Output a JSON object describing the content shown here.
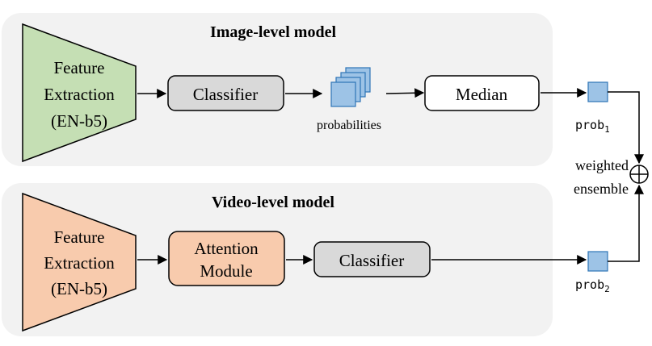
{
  "image_model": {
    "title": "Image-level model",
    "feature_line1": "Feature",
    "feature_line2": "Extraction",
    "feature_line3": "(EN-b5)",
    "classifier": "Classifier",
    "probabilities": "probabilities",
    "median": "Median",
    "prob_base": "prob",
    "prob_sub": "1"
  },
  "video_model": {
    "title": "Video-level model",
    "feature_line1": "Feature",
    "feature_line2": "Extraction",
    "feature_line3": "(EN-b5)",
    "attention_line1": "Attention",
    "attention_line2": "Module",
    "classifier": "Classifier",
    "prob_base": "prob",
    "prob_sub": "2"
  },
  "ensemble": {
    "line1": "weighted",
    "line2": "ensemble"
  },
  "colors": {
    "panel_bg": "#f2f2f2",
    "feature_image_fill": "#c5dfb4",
    "feature_video_fill": "#f8cbad",
    "classifier_fill": "#d9d9d9",
    "attention_fill": "#f8cbad",
    "prob_fill": "#9dc3e6",
    "stroke": "#000000"
  }
}
